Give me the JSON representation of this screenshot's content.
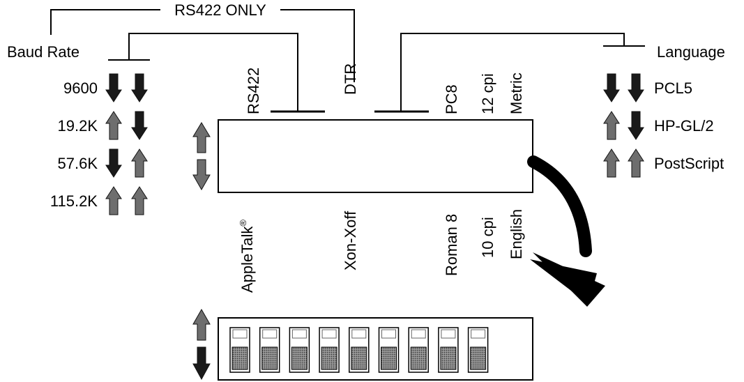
{
  "header": {
    "rs422_only": "RS422 ONLY"
  },
  "baud": {
    "title": "Baud Rate",
    "rows": [
      {
        "label": "9600",
        "left": "down",
        "right": "down"
      },
      {
        "label": "19.2K",
        "left": "up",
        "right": "down"
      },
      {
        "label": "57.6K",
        "left": "down",
        "right": "up"
      },
      {
        "label": "115.2K",
        "left": "up",
        "right": "up"
      }
    ]
  },
  "language": {
    "title": "Language",
    "rows": [
      {
        "label": "PCL5",
        "left": "down",
        "right": "down"
      },
      {
        "label": "HP-GL/2",
        "left": "up",
        "right": "down"
      },
      {
        "label": "PostScript",
        "left": "up",
        "right": "up"
      }
    ]
  },
  "switch_labels": {
    "top": [
      "RS422",
      "DTR",
      "PC8",
      "12 cpi",
      "Metric"
    ],
    "bottom": [
      "AppleTalk",
      "Xon-Xoff",
      "Roman 8",
      "10 cpi",
      "English"
    ],
    "registered": "®"
  },
  "dip": {
    "count": 9,
    "positions": [
      "down",
      "down",
      "down",
      "down",
      "down",
      "down",
      "down",
      "down",
      "down"
    ]
  },
  "colors": {
    "arrow_down": "#1a1a1a",
    "arrow_up": "#6e6e6e",
    "switch_knob": "#555555"
  }
}
